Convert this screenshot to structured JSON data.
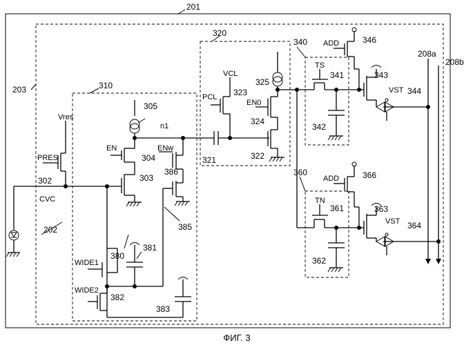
{
  "caption": "ФИГ. 3",
  "ref_numbers": {
    "r201": "201",
    "r202": "202",
    "r203": "203",
    "r208a": "208a",
    "r208b": "208b",
    "r302": "302",
    "r303": "303",
    "r304": "304",
    "r305": "305",
    "r310": "310",
    "r320": "320",
    "r321": "321",
    "r322": "322",
    "r323": "323",
    "r324": "324",
    "r325": "325",
    "r340": "340",
    "r341": "341",
    "r342": "342",
    "r343": "343",
    "r344": "344",
    "r346": "346",
    "r360": "360",
    "r361": "361",
    "r362": "362",
    "r363": "363",
    "r364": "364",
    "r366": "366",
    "r380": "380",
    "r381": "381",
    "r382": "382",
    "r383": "383",
    "r385": "385",
    "r386": "386"
  },
  "signals": {
    "vres": "Vres",
    "pres": "PRES",
    "cvc": "CVC",
    "en": "EN",
    "enw": "ENw",
    "n1": "n1",
    "vcl": "VCL",
    "pcl": "PCL",
    "en0": "EN0",
    "ts": "TS",
    "tn": "TN",
    "add_top": "ADD",
    "add_bottom": "ADD",
    "vst_top": "VST",
    "vst_bottom": "VST",
    "wide1": "WIDE1",
    "wide2": "WIDE2"
  }
}
